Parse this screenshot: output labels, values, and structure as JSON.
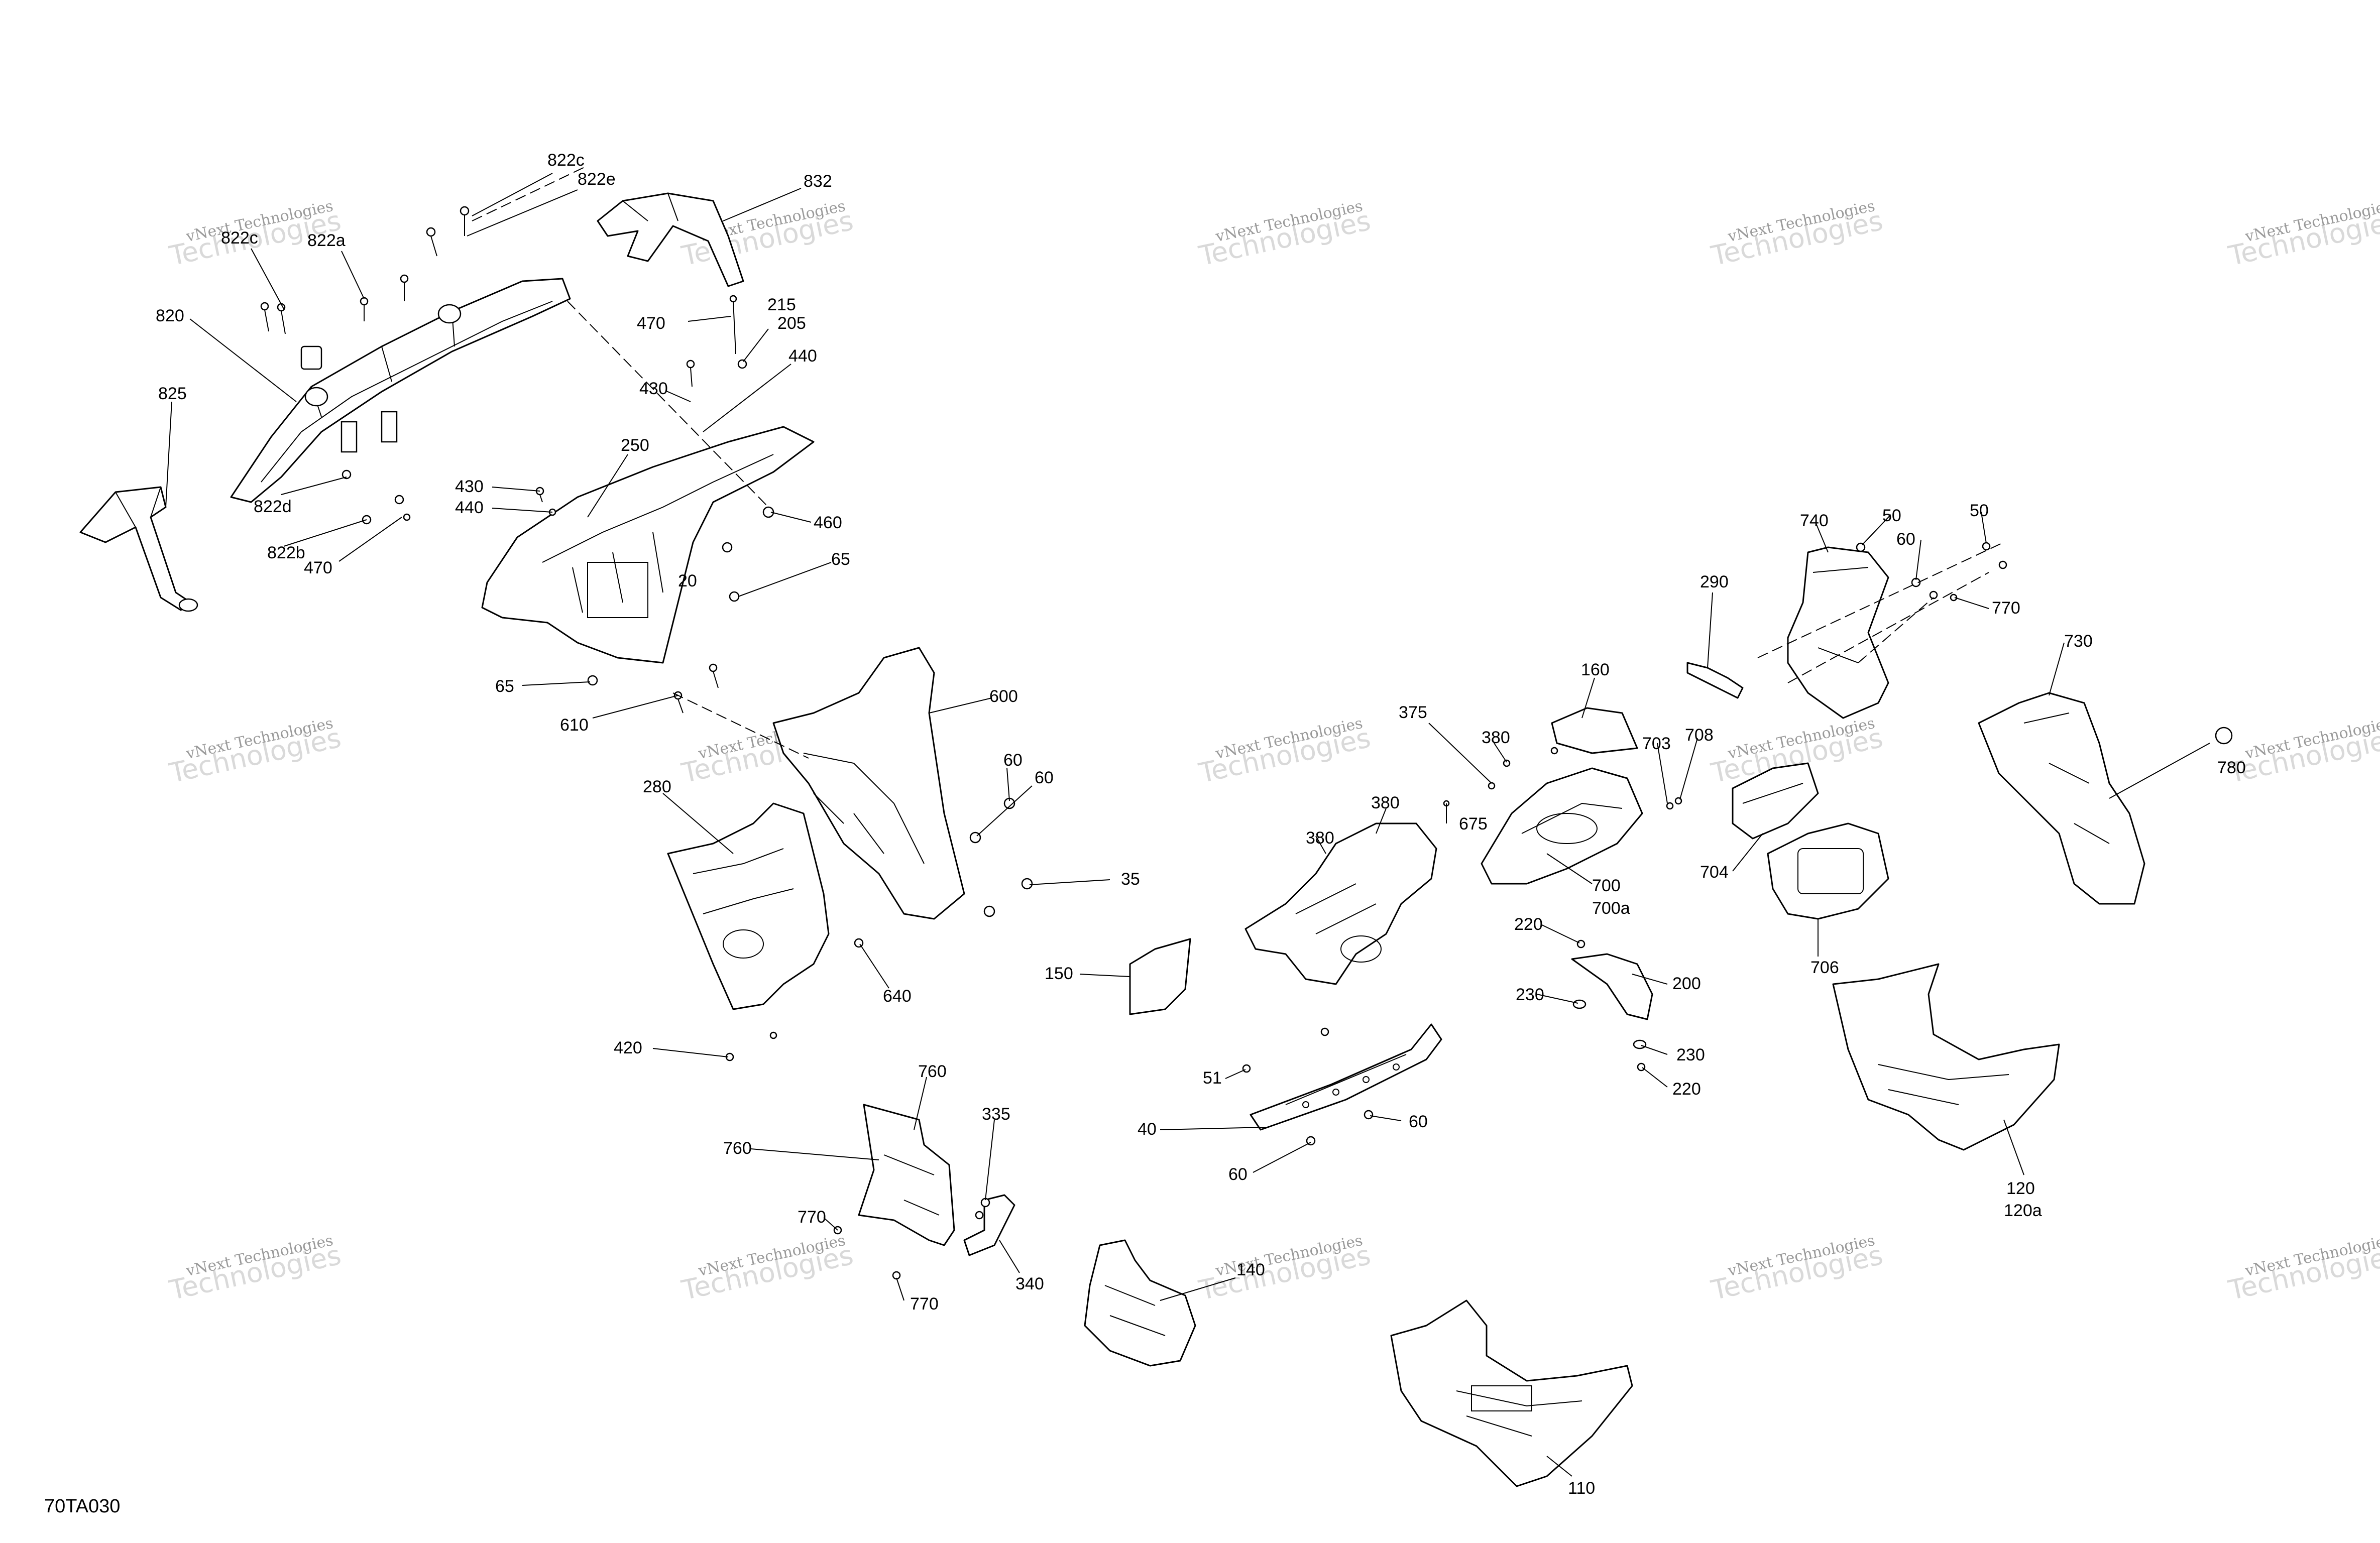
{
  "diagram_code": "70TA030",
  "watermark": {
    "line1": "vNext Technologies",
    "line2": "Technologies"
  },
  "labels": [
    {
      "id": "822c-top",
      "text": "822c"
    },
    {
      "id": "822e",
      "text": "822e"
    },
    {
      "id": "832",
      "text": "832"
    },
    {
      "id": "822c-left",
      "text": "822c"
    },
    {
      "id": "822a",
      "text": "822a"
    },
    {
      "id": "820",
      "text": "820"
    },
    {
      "id": "470-top",
      "text": "470"
    },
    {
      "id": "215",
      "text": "215"
    },
    {
      "id": "205",
      "text": "205"
    },
    {
      "id": "440-top",
      "text": "440"
    },
    {
      "id": "430-top",
      "text": "430"
    },
    {
      "id": "825",
      "text": "825"
    },
    {
      "id": "250",
      "text": "250"
    },
    {
      "id": "430-mid",
      "text": "430"
    },
    {
      "id": "440-mid",
      "text": "440"
    },
    {
      "id": "822d",
      "text": "822d"
    },
    {
      "id": "460",
      "text": "460"
    },
    {
      "id": "822b",
      "text": "822b"
    },
    {
      "id": "470-bottom",
      "text": "470"
    },
    {
      "id": "20",
      "text": "20"
    },
    {
      "id": "65-right",
      "text": "65"
    },
    {
      "id": "65-left",
      "text": "65"
    },
    {
      "id": "610",
      "text": "610"
    },
    {
      "id": "600",
      "text": "600"
    },
    {
      "id": "280",
      "text": "280"
    },
    {
      "id": "60-a",
      "text": "60"
    },
    {
      "id": "60-b",
      "text": "60"
    },
    {
      "id": "35",
      "text": "35"
    },
    {
      "id": "640",
      "text": "640"
    },
    {
      "id": "420",
      "text": "420"
    },
    {
      "id": "150",
      "text": "150"
    },
    {
      "id": "760-top",
      "text": "760"
    },
    {
      "id": "760-left",
      "text": "760"
    },
    {
      "id": "335",
      "text": "335"
    },
    {
      "id": "770-left",
      "text": "770"
    },
    {
      "id": "770-bottom",
      "text": "770"
    },
    {
      "id": "340",
      "text": "340"
    },
    {
      "id": "140",
      "text": "140"
    },
    {
      "id": "110",
      "text": "110"
    },
    {
      "id": "51",
      "text": "51"
    },
    {
      "id": "40",
      "text": "40"
    },
    {
      "id": "60-c",
      "text": "60"
    },
    {
      "id": "60-d",
      "text": "60"
    },
    {
      "id": "375",
      "text": "375"
    },
    {
      "id": "380-a",
      "text": "380"
    },
    {
      "id": "380-b",
      "text": "380"
    },
    {
      "id": "380-c",
      "text": "380"
    },
    {
      "id": "160",
      "text": "160"
    },
    {
      "id": "675",
      "text": "675"
    },
    {
      "id": "703",
      "text": "703"
    },
    {
      "id": "708",
      "text": "708"
    },
    {
      "id": "700",
      "text": "700"
    },
    {
      "id": "700a",
      "text": "700a"
    },
    {
      "id": "220-top",
      "text": "220"
    },
    {
      "id": "200",
      "text": "200"
    },
    {
      "id": "230-a",
      "text": "230"
    },
    {
      "id": "230-b",
      "text": "230"
    },
    {
      "id": "220-bottom",
      "text": "220"
    },
    {
      "id": "740",
      "text": "740"
    },
    {
      "id": "50-a",
      "text": "50"
    },
    {
      "id": "50-b",
      "text": "50"
    },
    {
      "id": "60-e",
      "text": "60"
    },
    {
      "id": "290",
      "text": "290"
    },
    {
      "id": "770-right",
      "text": "770"
    },
    {
      "id": "730",
      "text": "730"
    },
    {
      "id": "780",
      "text": "780"
    },
    {
      "id": "704",
      "text": "704"
    },
    {
      "id": "706",
      "text": "706"
    },
    {
      "id": "120",
      "text": "120"
    },
    {
      "id": "120a",
      "text": "120a"
    }
  ]
}
